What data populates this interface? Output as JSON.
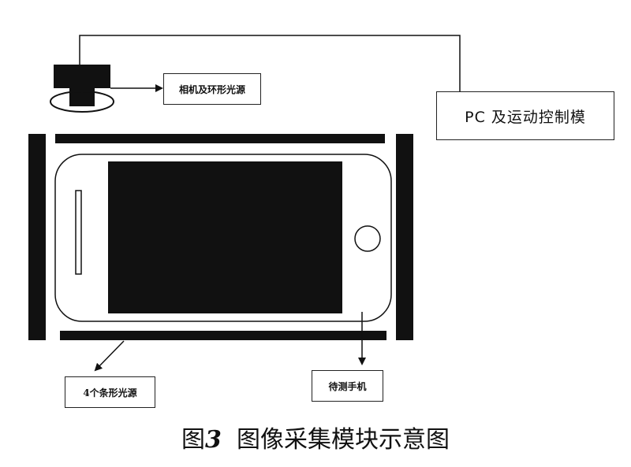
{
  "labels": {
    "camera": "相机及环形光源",
    "pc": "PC 及运动控制模",
    "bar_lights": "4个条形光源",
    "phone": "待测手机"
  },
  "caption": {
    "prefix": "图",
    "number": "3",
    "title": "图像采集模块示意图"
  },
  "colors": {
    "ink": "#111111",
    "stroke": "#222222"
  }
}
